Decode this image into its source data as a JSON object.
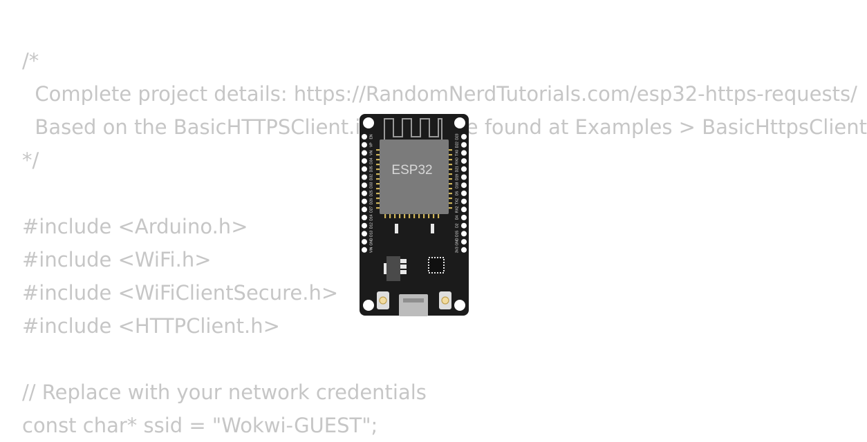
{
  "code": {
    "lines": [
      "/*",
      "  Complete project details: https://RandomNerdTutorials.com/esp32-https-requests/",
      "  Based on the BasicHTTPSClient.ino example found at Examples > BasicHttpsClient",
      "*/",
      "",
      "#include <Arduino.h>",
      "#include <WiFi.h>",
      "#include <WiFiClientSecure.h>",
      "#include <HTTPClient.h>",
      "",
      "// Replace with your network credentials",
      "const char* ssid = \"Wokwi-GUEST\";"
    ]
  },
  "board": {
    "chip_label": "ESP32",
    "left_pins": [
      "EN",
      "VP",
      "VN",
      "D34",
      "D35",
      "D32",
      "D33",
      "D25",
      "D26",
      "D27",
      "D14",
      "D12",
      "D13",
      "GND",
      "VIN"
    ],
    "right_pins": [
      "D23",
      "D22",
      "TX0",
      "RX0",
      "D21",
      "D19",
      "D18",
      "D5",
      "TX2",
      "RX2",
      "D4",
      "D2",
      "D15",
      "GND",
      "3V3"
    ],
    "colors": {
      "pcb": "#1b1b1b",
      "module": "#7b7b7b",
      "pin_gold": "#cfb55a",
      "code_text": "#c6c6c6"
    }
  }
}
